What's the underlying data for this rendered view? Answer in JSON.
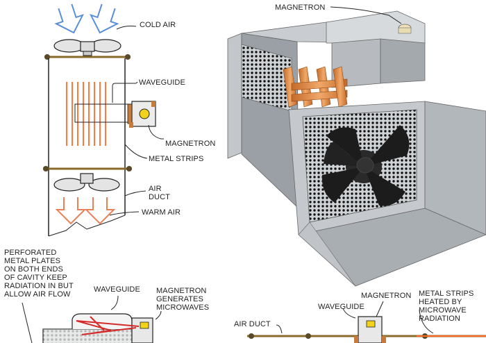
{
  "labels": {
    "cold_air": "COLD AIR",
    "waveguide_top": "WAVEGUIDE",
    "magnetron_left": "MAGNETRON",
    "metal_strips": "METAL STRIPS",
    "air_duct_line1": "AIR",
    "air_duct_line2": "DUCT",
    "warm_air": "WARM AIR",
    "magnetron_3d": "MAGNETRON",
    "perforated": [
      "PERFORATED",
      "METAL PLATES",
      "ON BOTH ENDS",
      "OF CAVITY KEEP",
      "RADIATION IN BUT",
      "ALLOW  AIR FLOW"
    ],
    "waveguide_bottom": "WAVEGUIDE",
    "magnetron_generates": [
      "MAGNETRON",
      "GENERATES",
      "MICROWAVES"
    ],
    "air_duct_bottom": "AIR DUCT",
    "waveguide_br": "WAVEGUIDE",
    "magnetron_br": "MAGNETRON",
    "metal_strips_heated": [
      "METAL STRIPS",
      "HEATED BY",
      "MICROWAVE",
      "RADIATION"
    ]
  },
  "colors": {
    "cold_arrow": "#5b8ed6",
    "warm_arrow": "#e8805a",
    "strip": "#ff6a2a",
    "copper": "#d98a4a",
    "steel": "#b8bcc0",
    "steel_dark": "#8c9196",
    "magnetron_yellow": "#f2d21b"
  }
}
